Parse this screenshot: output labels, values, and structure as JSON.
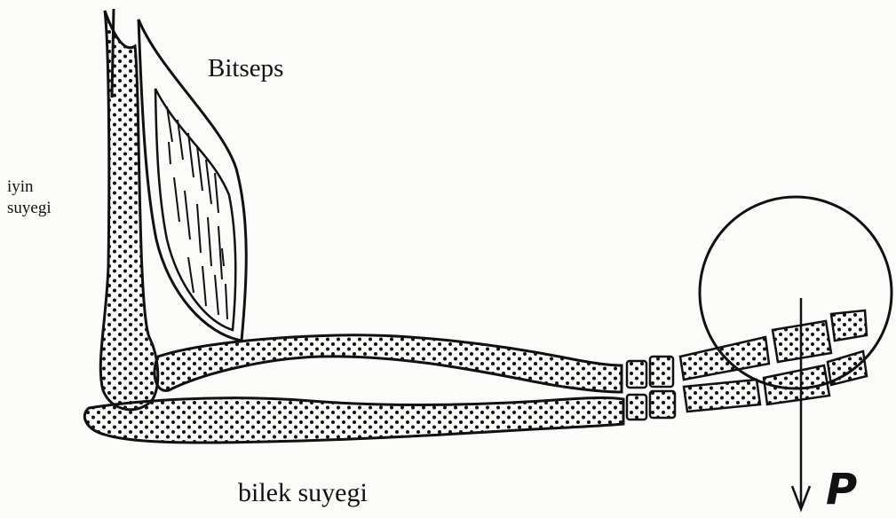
{
  "labels": {
    "biceps": "Bitseps",
    "humerus_line1": "iyin",
    "humerus_line2": "suyegi",
    "forearm": "bilek suyegi",
    "force": "P"
  }
}
